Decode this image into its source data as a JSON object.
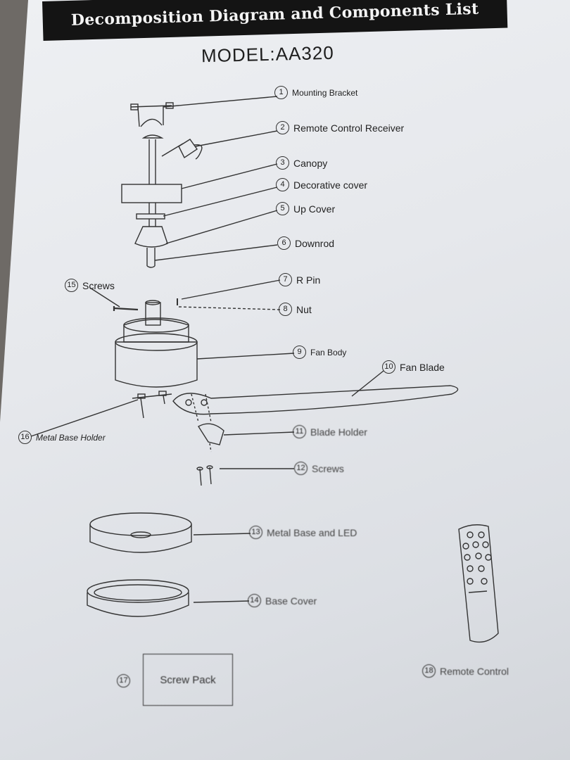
{
  "header": {
    "title": "Decomposition Diagram and Components List"
  },
  "model": "MODEL:AA320",
  "components": [
    {
      "num": "1",
      "name": "Mounting Bracket"
    },
    {
      "num": "2",
      "name": "Remote Control Receiver"
    },
    {
      "num": "3",
      "name": "Canopy"
    },
    {
      "num": "4",
      "name": "Decorative cover"
    },
    {
      "num": "5",
      "name": "Up Cover"
    },
    {
      "num": "6",
      "name": "Downrod"
    },
    {
      "num": "7",
      "name": "R Pin"
    },
    {
      "num": "8",
      "name": "Nut"
    },
    {
      "num": "9",
      "name": "Fan Body"
    },
    {
      "num": "10",
      "name": "Fan Blade"
    },
    {
      "num": "11",
      "name": "Blade Holder"
    },
    {
      "num": "12",
      "name": "Screws"
    },
    {
      "num": "13",
      "name": "Metal Base and LED"
    },
    {
      "num": "14",
      "name": "Base Cover"
    },
    {
      "num": "15",
      "name": "Screws"
    },
    {
      "num": "16",
      "name": "Metal Base Holder"
    },
    {
      "num": "17",
      "name": "Screw Pack"
    },
    {
      "num": "18",
      "name": "Remote Control"
    }
  ]
}
